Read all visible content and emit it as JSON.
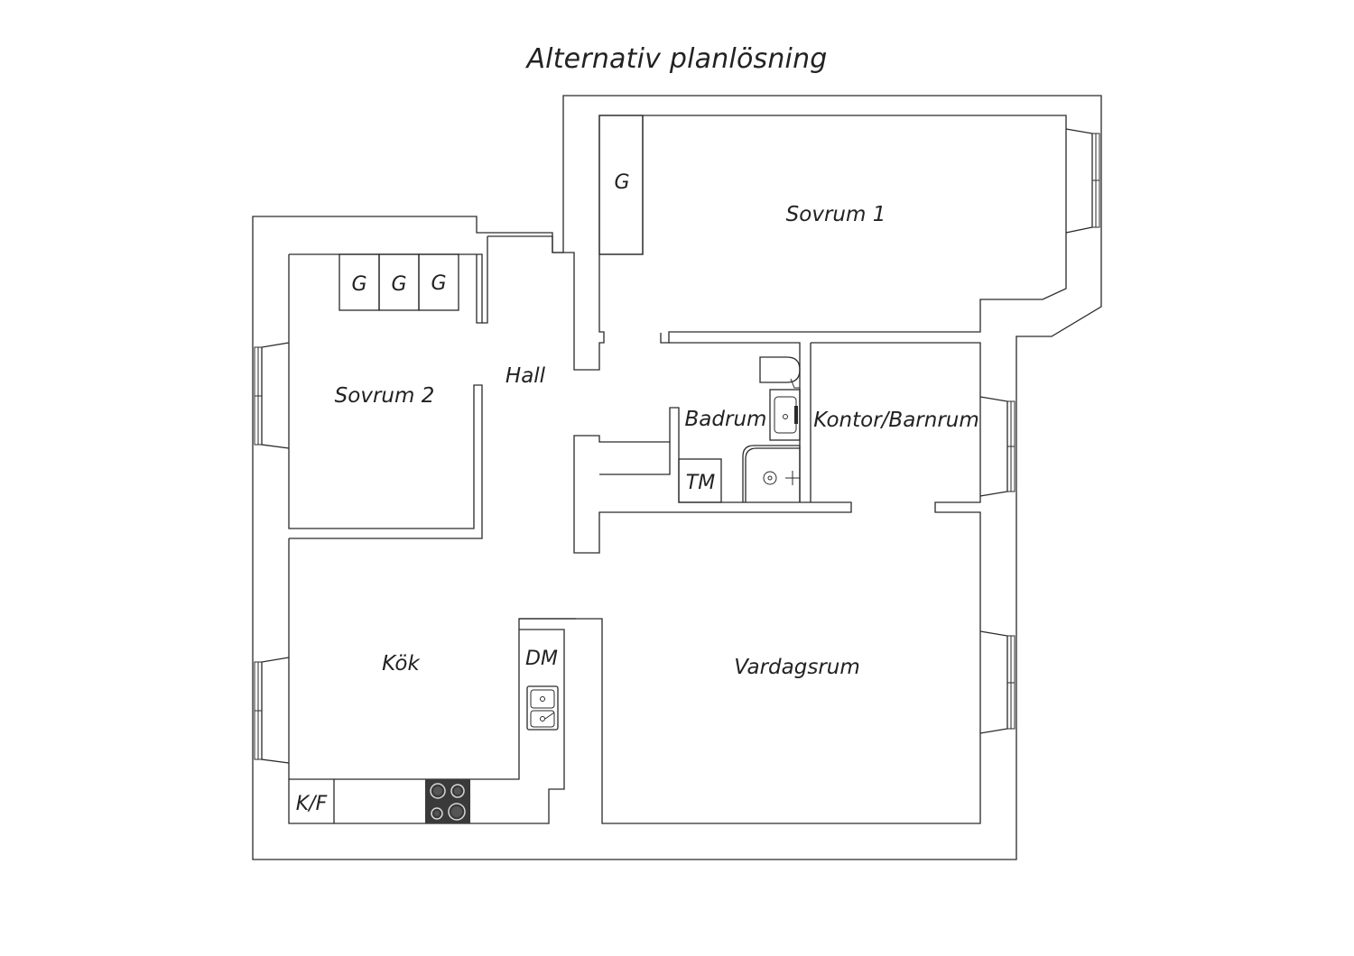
{
  "title": "Alternativ planlösning",
  "rooms": {
    "sovrum1": "Sovrum 1",
    "sovrum2": "Sovrum 2",
    "hall": "Hall",
    "badrum": "Badrum",
    "kontor": "Kontor/Barnrum",
    "kok": "Kök",
    "vardagsrum": "Vardagsrum"
  },
  "fixtures": {
    "wardrobe": "G",
    "washing_machine": "TM",
    "dishwasher": "DM",
    "fridge_freezer": "K/F"
  },
  "icons": [
    "window-icon",
    "toilet-icon",
    "sink-icon",
    "shower-icon",
    "kitchen-sink-icon",
    "stove-icon"
  ],
  "colors": {
    "line": "#2a2a2a",
    "background": "#ffffff",
    "stove": "#3a3a3a"
  }
}
